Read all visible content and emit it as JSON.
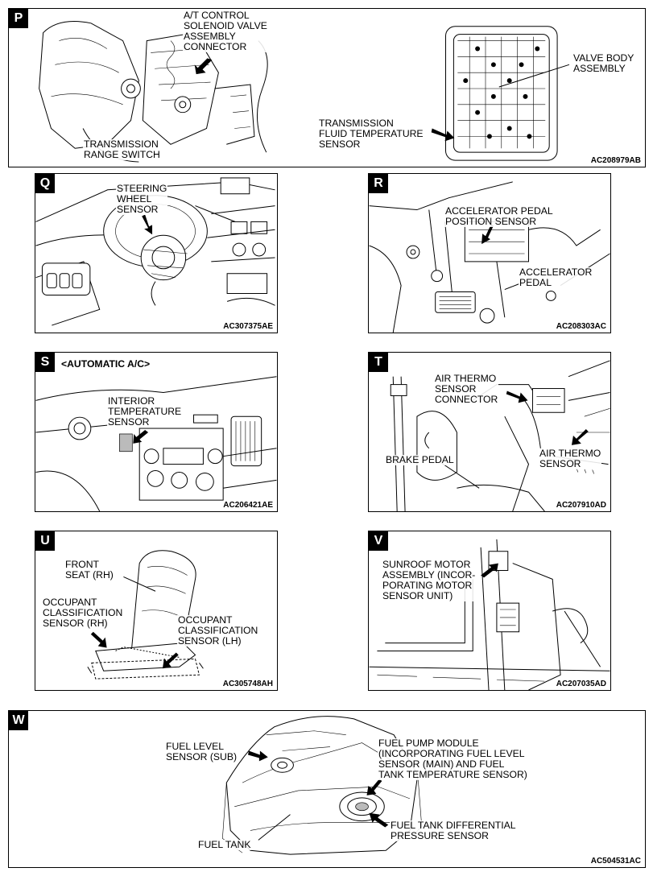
{
  "panels": {
    "p": {
      "letter": "P",
      "code": "AC208979AB",
      "labels": {
        "at_control": "A/T CONTROL\nSOLENOID VALVE\nASSEMBLY\nCONNECTOR",
        "range_switch": "TRANSMISSION\nRANGE SWITCH",
        "valve_body": "VALVE BODY\nASSEMBLY",
        "fluid_temp": "TRANSMISSION\nFLUID TEMPERATURE\nSENSOR"
      }
    },
    "q": {
      "letter": "Q",
      "code": "AC307375AE",
      "labels": {
        "steering": "STEERING\nWHEEL\nSENSOR"
      }
    },
    "r": {
      "letter": "R",
      "code": "AC208303AC",
      "labels": {
        "pedal_pos": "ACCELERATOR PEDAL\nPOSITION SENSOR",
        "pedal": "ACCELERATOR\nPEDAL"
      }
    },
    "s": {
      "letter": "S",
      "code": "AC206421AE",
      "subtitle": "<AUTOMATIC A/C>",
      "labels": {
        "interior": "INTERIOR\nTEMPERATURE\nSENSOR"
      }
    },
    "t": {
      "letter": "T",
      "code": "AC207910AD",
      "labels": {
        "connector": "AIR THERMO\nSENSOR\nCONNECTOR",
        "thermo": "AIR THERMO\nSENSOR",
        "brake": "BRAKE PEDAL"
      }
    },
    "u": {
      "letter": "U",
      "code": "AC305748AH",
      "labels": {
        "seat": "FRONT\nSEAT (RH)",
        "occ_rh": "OCCUPANT\nCLASSIFICATION\nSENSOR (RH)",
        "occ_lh": "OCCUPANT\nCLASSIFICATION\nSENSOR (LH)"
      }
    },
    "v": {
      "letter": "V",
      "code": "AC207035AD",
      "labels": {
        "sunroof": "SUNROOF MOTOR\nASSEMBLY (INCOR-\nPORATING MOTOR\nSENSOR UNIT)"
      }
    },
    "w": {
      "letter": "W",
      "code": "AC504531AC",
      "labels": {
        "fuel_level": "FUEL LEVEL\nSENSOR (SUB)",
        "pump": "FUEL PUMP MODULE\n(INCORPORATING FUEL LEVEL\nSENSOR (MAIN) AND FUEL\nTANK TEMPERATURE SENSOR)",
        "diff": "FUEL TANK DIFFERENTIAL\nPRESSURE SENSOR",
        "tank": "FUEL TANK"
      }
    }
  }
}
